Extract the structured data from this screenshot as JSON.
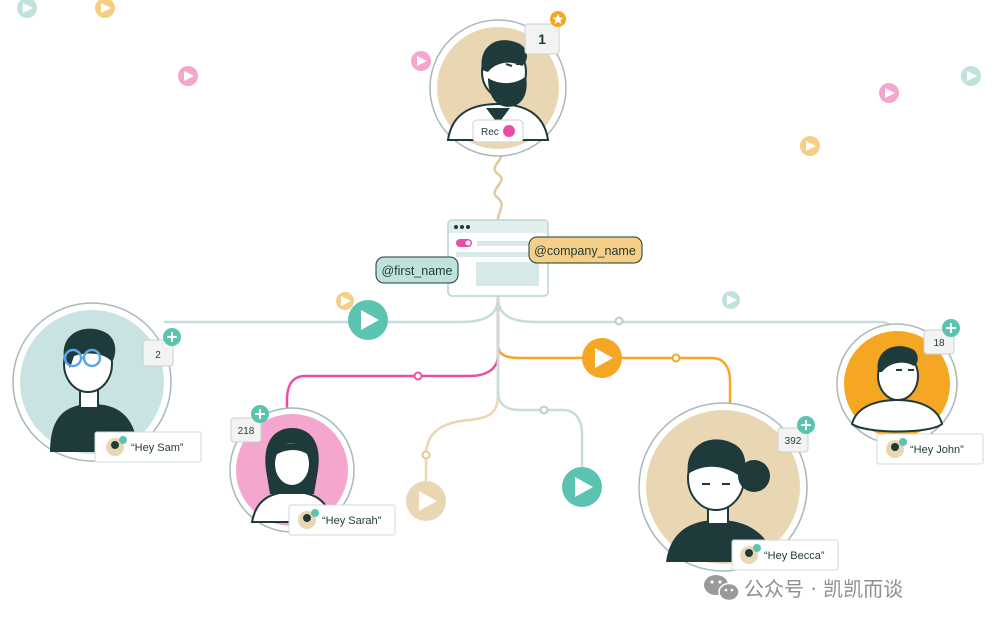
{
  "colors": {
    "teal": "#5bc4b0",
    "teal_light": "#bfe3dc",
    "pink": "#ec4ca8",
    "pink_light": "#f4a6cf",
    "yellow": "#f5a623",
    "yellow_light": "#f6cf86",
    "beige": "#e9d7b3",
    "grey_line": "#c7dcdc",
    "dark": "#1e3a3a"
  },
  "sender": {
    "badge": "1",
    "rec_label": "Rec"
  },
  "template": {
    "first_name_tag": "@first_name",
    "company_name_tag": "@company_name"
  },
  "recipients": [
    {
      "name": "sam",
      "count": "2",
      "greeting": "“Hey Sam”"
    },
    {
      "name": "sarah",
      "count": "218",
      "greeting": "“Hey Sarah”"
    },
    {
      "name": "becca",
      "count": "392",
      "greeting": "“Hey Becca”"
    },
    {
      "name": "john",
      "count": "18",
      "greeting": "“Hey John”"
    }
  ],
  "watermark": {
    "text": "公众号 · 凯凯而谈",
    "icon": "wechat-icon"
  }
}
